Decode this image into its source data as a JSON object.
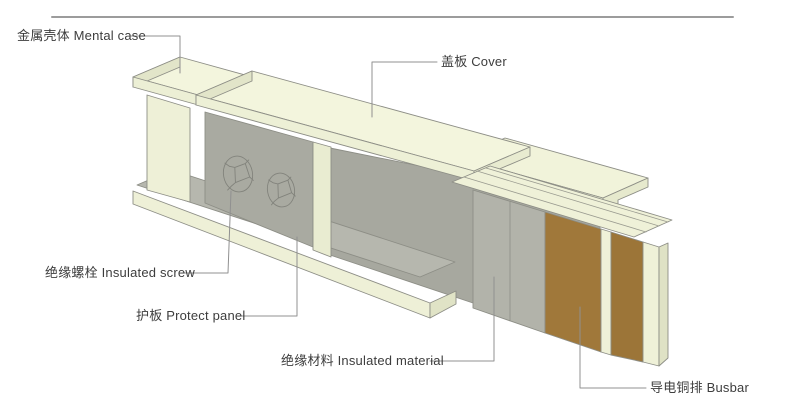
{
  "labels": {
    "metal_case": "金属壳体 Mental case",
    "cover": "盖板 Cover",
    "insulated_screw": "绝缘螺栓 Insulated screw",
    "protect_panel": "护板 Protect panel",
    "insulated_material": "绝缘材料 Insulated material",
    "busbar": "导电铜排 Busbar"
  },
  "parts": [
    {
      "name": "metal-case",
      "label": "金属壳体 Mental case",
      "color": "#f3f5dd"
    },
    {
      "name": "cover",
      "label": "盖板 Cover",
      "color": "#f3f5dd"
    },
    {
      "name": "insulated-screw",
      "label": "绝缘螺栓 Insulated screw",
      "color": "#a9aaa1"
    },
    {
      "name": "protect-panel",
      "label": "护板 Protect panel",
      "color": "#a9aaa1"
    },
    {
      "name": "insulated-material",
      "label": "绝缘材料 Insulated material",
      "color": "#b2b3aa"
    },
    {
      "name": "busbar",
      "label": "导电铜排 Busbar",
      "color": "#a0783a"
    }
  ],
  "colors": {
    "background": "#ffffff",
    "divider": "#9c9c9c",
    "cream_top": "#f3f5dd",
    "cream_front": "#edf0d6",
    "cream_side": "#e2e5c9",
    "gray_panel": "#a9aaa1",
    "gray_insulation": "#b2b3aa",
    "copper": "#a0783a",
    "outline": "#8d8e86",
    "leader": "#909090",
    "text": "#3d3d3d"
  }
}
